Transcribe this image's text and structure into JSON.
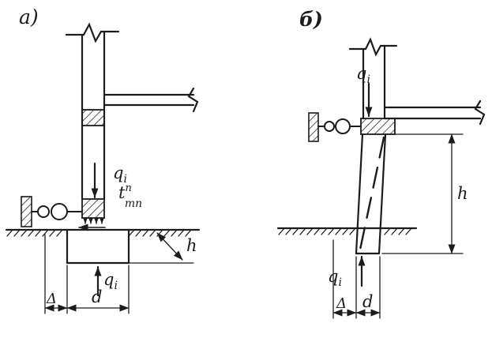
{
  "figure_a": {
    "label": "а)"
  },
  "figure_b": {
    "label": "б)"
  },
  "symbols": {
    "load": {
      "base": "q",
      "sub": "i"
    },
    "friction": {
      "base": "t",
      "sup": "п",
      "sub": "тп"
    },
    "depth": "h",
    "offset": "Δ",
    "width": "d"
  },
  "colors": {
    "ink": "#1c1c1e",
    "paper": "#ffffff"
  }
}
